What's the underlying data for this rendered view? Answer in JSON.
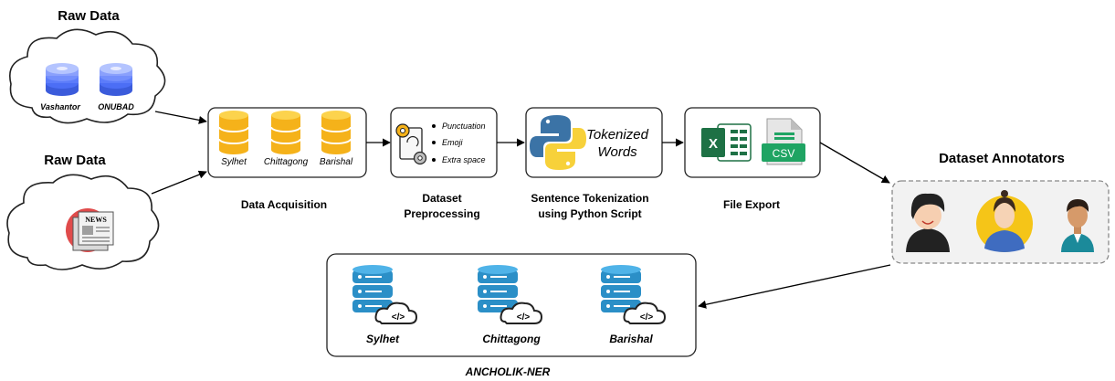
{
  "raw_data_top": {
    "title": "Raw Data",
    "sources": [
      {
        "label": "Vashantor",
        "icon": "disk-stack-icon"
      },
      {
        "label": "ONUBAD",
        "icon": "disk-stack-icon"
      }
    ]
  },
  "raw_data_bottom": {
    "title": "Raw Data",
    "icon": "newspaper-icon",
    "news_badge": "NEWS"
  },
  "acquisition": {
    "caption": "Data Acquisition",
    "regions": [
      "Sylhet",
      "Chittagong",
      "Barishal"
    ]
  },
  "preprocessing": {
    "caption_line1": "Dataset",
    "caption_line2": "Preprocessing",
    "items": [
      "Punctuation",
      "Emoji",
      "Extra space"
    ]
  },
  "tokenization": {
    "text_line1": "Tokenized",
    "text_line2": "Words",
    "caption_line1": "Sentence Tokenization",
    "caption_line2": "using Python Script"
  },
  "export": {
    "caption": "File Export",
    "csv_label": "CSV"
  },
  "annotators": {
    "title": "Dataset Annotators"
  },
  "ner": {
    "caption": "ANCHOLIK-NER",
    "regions": [
      "Sylhet",
      "Chittagong",
      "Barishal"
    ],
    "code_symbol": "</>"
  },
  "colors": {
    "db_gold": "#f5b21a",
    "db_blue": "#2b8fc7",
    "excel_green": "#1e7145",
    "csv_green": "#1fa463",
    "news_red": "#e04b4b"
  }
}
